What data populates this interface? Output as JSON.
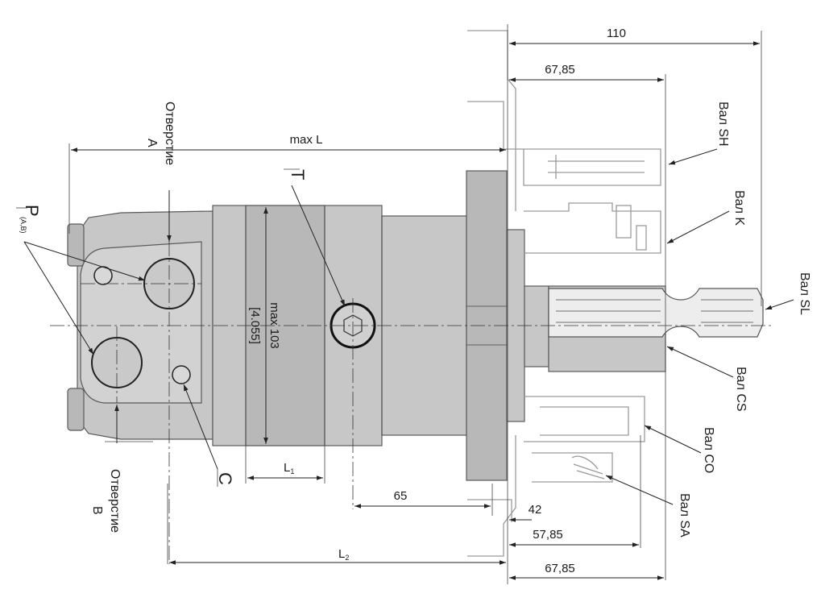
{
  "dimensions": {
    "d110": "110",
    "d6785_top": "67,85",
    "max_l": "max L",
    "max103": "max 103",
    "max103_in": "[4.055]",
    "l1": "L",
    "l1_sub": "1",
    "d65": "65",
    "d42": "42",
    "d5785": "57,85",
    "l2": "L",
    "l2_sub": "2",
    "d6785_bottom": "67,85"
  },
  "ports": {
    "port_a_line1": "Отверстие",
    "port_a_line2": "A",
    "port_b_line1": "Отверстие",
    "port_b_line2": "B",
    "p_main": "P",
    "p_sub": "(A,B)",
    "t": "T",
    "c": "C"
  },
  "shafts": {
    "sh": "Вал SH",
    "k": "Вал K",
    "sl": "Вал SL",
    "cs": "Вал CS",
    "co": "Вал CO",
    "sa": "Вал SA"
  }
}
